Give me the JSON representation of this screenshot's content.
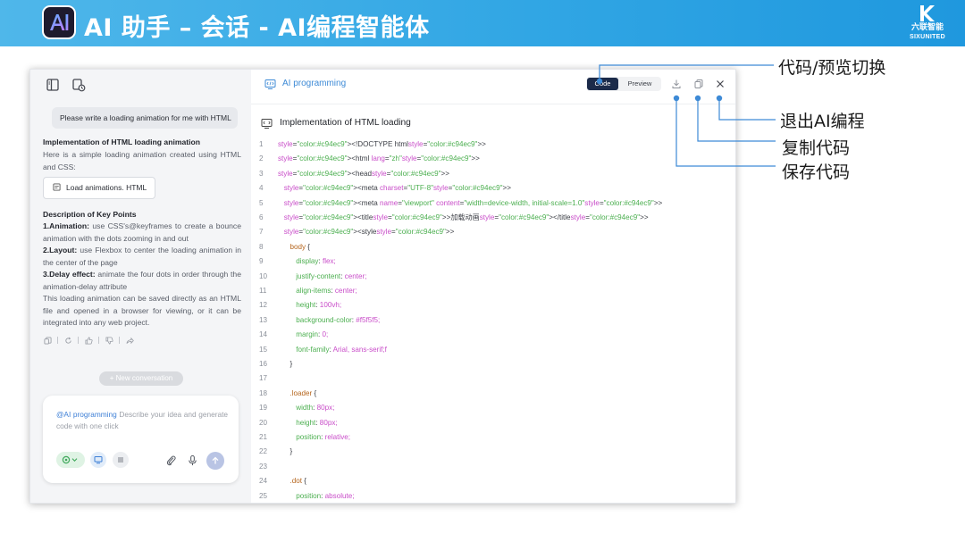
{
  "banner": {
    "title": "AI 助手 – 会话 - AI编程智能体",
    "brand_cn": "六联智能",
    "brand_en": "SIXUNITED"
  },
  "chat": {
    "user_message": "Please write a loading animation for me with HTML",
    "answer_title": "Implementation of HTML loading animation",
    "answer_intro": "Here is a simple loading animation created using HTML and CSS:",
    "file_chip": "Load animations. HTML",
    "key_points_title": "Description of Key Points",
    "points": [
      {
        "label": "1.Animation:",
        "text": " use CSS's@keyframes to create a bounce animation with the dots zooming in and out"
      },
      {
        "label": "2.Layout:",
        "text": " use Flexbox to center the loading animation in the center of the page"
      },
      {
        "label": "3.Delay effect:",
        "text": " animate the four dots in order through the animation-delay attribute"
      }
    ],
    "closing": "This loading animation can be saved directly as an HTML file and opened in a browser for viewing, or it can be integrated into any web project.",
    "new_conversation": "+ New conversation"
  },
  "input": {
    "mention": "@AI programming",
    "placeholder": " Describe your idea and generate code with one click"
  },
  "code_panel": {
    "title": "AI programming",
    "toggle_code": "Code",
    "toggle_preview": "Preview",
    "heading": "Implementation of HTML loading",
    "lines": [
      {
        "n": "1",
        "t": "<!DOCTYPE html>"
      },
      {
        "n": "2",
        "t": "<html lang=\"zh\">"
      },
      {
        "n": "3",
        "t": "<head>"
      },
      {
        "n": "4",
        "t": "   <meta charset=\"UTF-8\">"
      },
      {
        "n": "5",
        "t": "   <meta name=\"viewport\" content=\"width=device-width, initial-scale=1.0\">"
      },
      {
        "n": "6",
        "t": "   <title>加载动画</title>"
      },
      {
        "n": "7",
        "t": "   <style>"
      },
      {
        "n": "8",
        "t": "      body {"
      },
      {
        "n": "9",
        "t": "         display: flex;"
      },
      {
        "n": "10",
        "t": "         justify-content: center;"
      },
      {
        "n": "11",
        "t": "         align-items: center;"
      },
      {
        "n": "12",
        "t": "         height: 100vh;"
      },
      {
        "n": "13",
        "t": "         background-color: #f5f5f5;"
      },
      {
        "n": "14",
        "t": "         margin: 0;"
      },
      {
        "n": "15",
        "t": "         font-family: Arial, sans-serif;f"
      },
      {
        "n": "16",
        "t": "      }"
      },
      {
        "n": "17",
        "t": ""
      },
      {
        "n": "18",
        "t": "      .loader {"
      },
      {
        "n": "19",
        "t": "         width: 80px;"
      },
      {
        "n": "20",
        "t": "         height: 80px;"
      },
      {
        "n": "21",
        "t": "         position: relative;"
      },
      {
        "n": "22",
        "t": "      }"
      },
      {
        "n": "23",
        "t": ""
      },
      {
        "n": "24",
        "t": "      .dot {"
      },
      {
        "n": "25",
        "t": "         position: absolute;"
      }
    ]
  },
  "callouts": {
    "toggle": "代码/预览切换",
    "exit": "退出AI编程",
    "copy": "复制代码",
    "save": "保存代码"
  },
  "colors": {
    "banner": "#31a6e4",
    "accent": "#3d8ad6",
    "code_tag": "#c94ec9",
    "code_string": "#4caf50",
    "code_value": "#c94ec9",
    "code_selector": "#b5651d",
    "callout_line": "#3d8ad6"
  }
}
